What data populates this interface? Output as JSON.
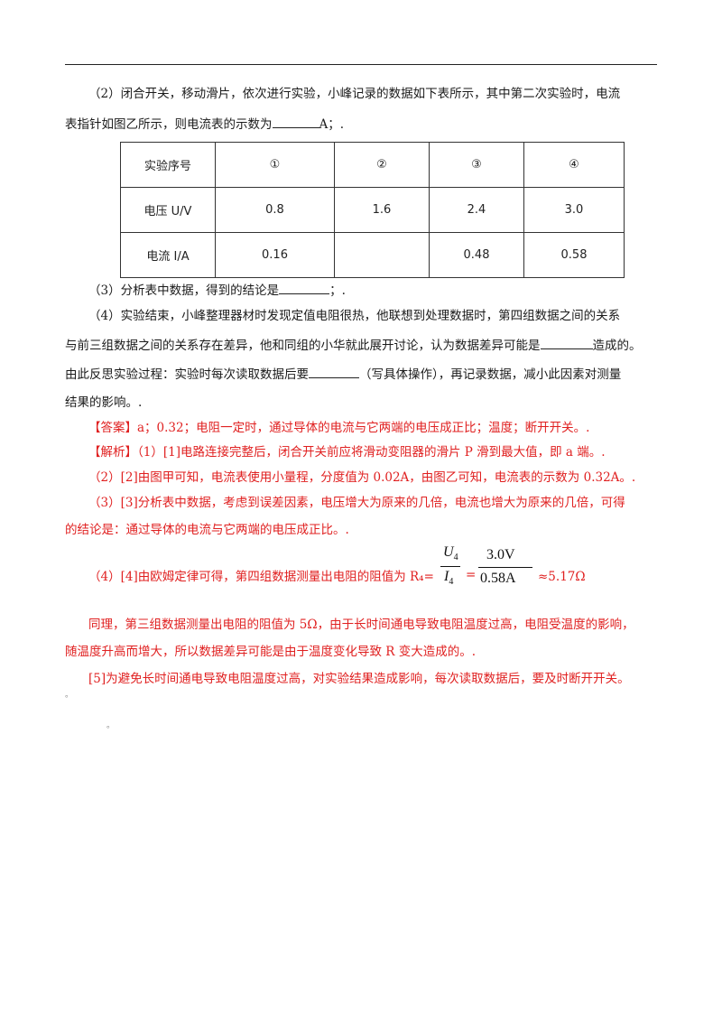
{
  "q2": {
    "line1": "（2）闭合开关，移动滑片，依次进行实验，小峰记录的数据如下表所示，其中第二次实验时，电流",
    "line2_a": "表指针如图乙所示，则电流表的示数为",
    "line2_b": "A；."
  },
  "table": {
    "header": [
      "实验序号",
      "①",
      "②",
      "③",
      "④"
    ],
    "rows": [
      [
        "电压 U/V",
        "0.8",
        "1.6",
        "2.4",
        "3.0"
      ],
      [
        "电流 I/A",
        "0.16",
        "",
        "0.48",
        "0.58"
      ]
    ]
  },
  "q3": {
    "a": "（3）分析表中数据，得到的结论是",
    "b": "；."
  },
  "q4": {
    "line1": "（4）实验结束，小峰整理器材时发现定值电阻很热，他联想到处理数据时，第四组数据之间的关系",
    "line2_a": "与前三组数据之间的关系存在差异，他和同组的小华就此展开讨论，认为数据差异可能是",
    "line2_b": "造成的。",
    "line3_a": "由此反思实验过程：实验时每次读取数据后要",
    "line3_b": "（写具体操作），再记录数据，减小此因素对测量",
    "line4": "结果的影响。."
  },
  "answer": {
    "label": "【答案】",
    "text": "a；0.32；电阻一定时，通过导体的电流与它两端的电压成正比；温度；断开开关。."
  },
  "analysis": {
    "label": "【解析】",
    "p1": "（1）[1]电路连接完整后，闭合开关前应将滑动变阻器的滑片 P 滑到最大值，即 a 端。.",
    "p2": "（2）[2]由图甲可知，电流表使用小量程，分度值为 0.02A，由图乙可知，电流表的示数为 0.32A。.",
    "p3_1": "（3）[3]分析表中数据，考虑到误差因素，电压增大为原来的几倍，电流也增大为原来的几倍，可得",
    "p3_2": "的结论是：通过导体的电流与它两端的电压成正比。.",
    "p4_a": "（4）[4]由欧姆定律可得，第四组数据测量出电阻的阻值为 R₄=",
    "frac1_num": "U",
    "frac1_sub": "4",
    "frac1_den": "I",
    "frac1_den_sub": "4",
    "eq": "=",
    "frac2_num": "3.0V",
    "frac2_den": "0.58A",
    "p4_b": "≈5.17Ω",
    "p5_1": "同理，第三组数据测量出电阻的阻值为 5Ω，由于长时间通电导致电阻温度过高，电阻受温度的影响，",
    "p5_2": "随温度升高而增大，所以数据差异可能是由于温度变化导致 R 变大造成的。.",
    "p6": "[5]为避免长时间通电导致电阻温度过高，对实验结果造成影响，每次读取数据后，要及时断开开关。"
  },
  "marks": {
    "m1": "。",
    "m2": "。"
  }
}
